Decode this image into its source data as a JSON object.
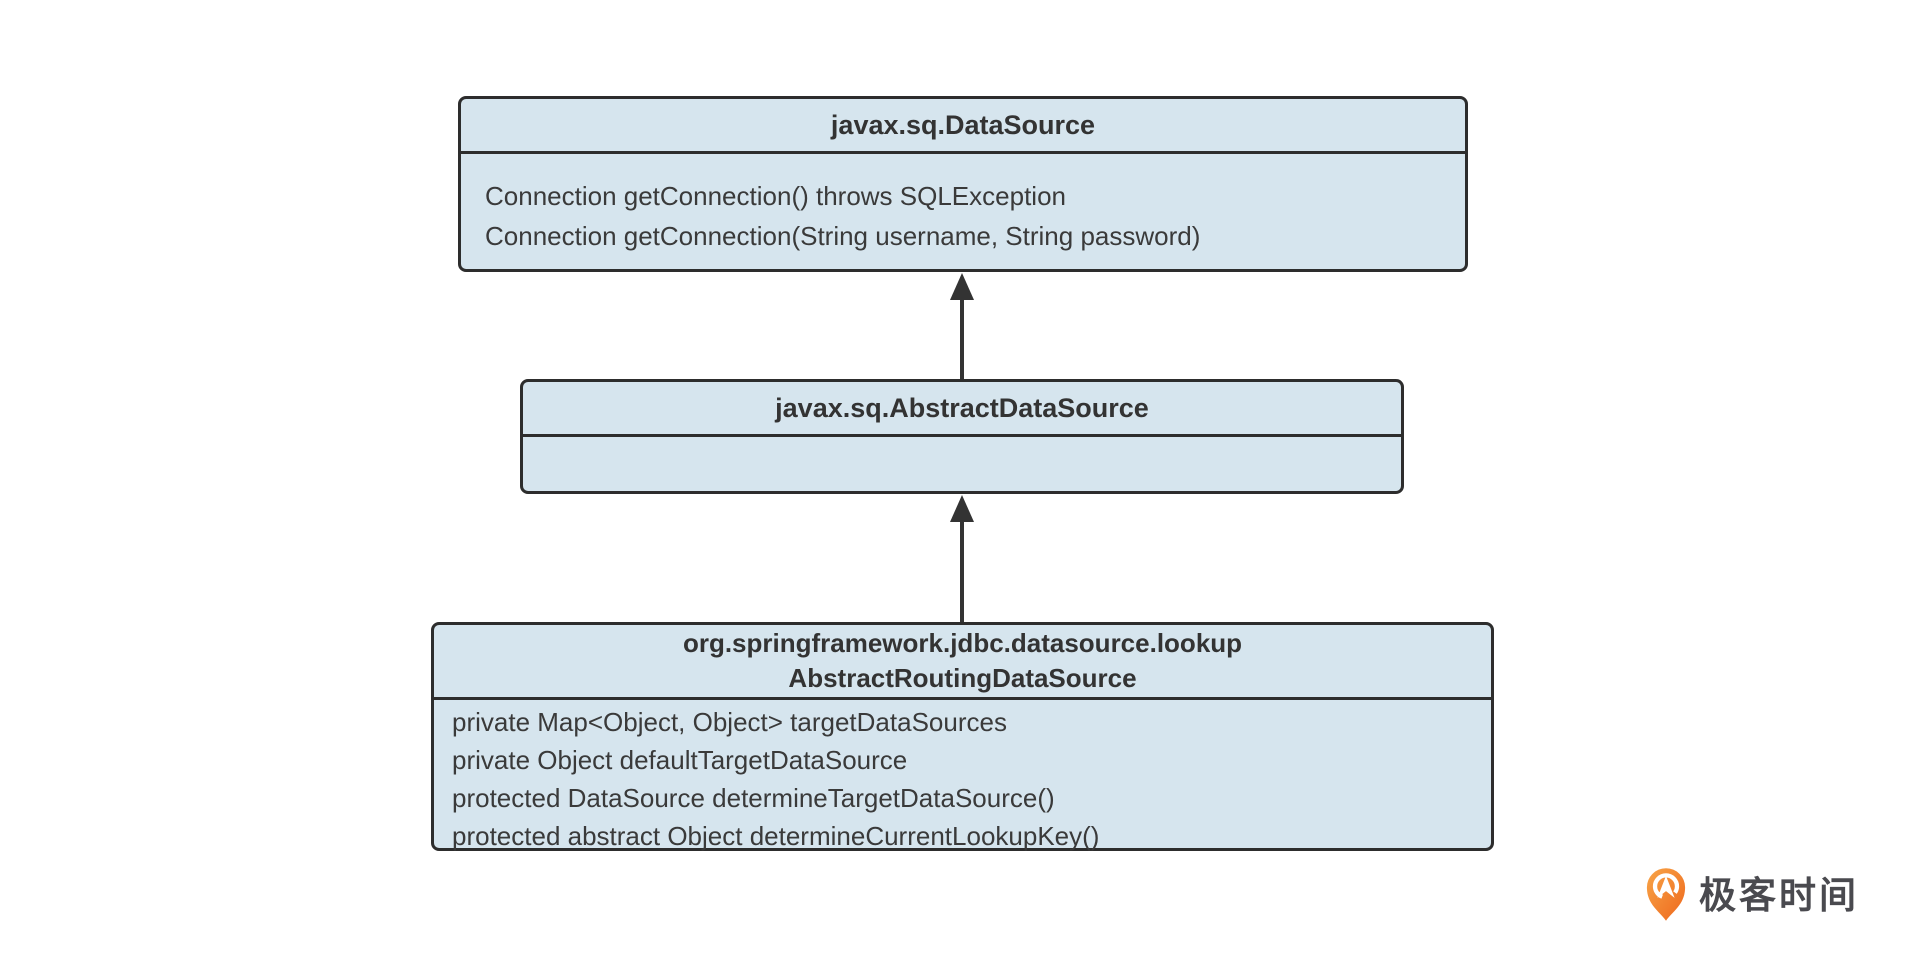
{
  "page": {
    "background": "#ffffff"
  },
  "diagram": {
    "type": "uml-class-inheritance",
    "colors": {
      "box_fill": "#d6e5ee",
      "box_border": "#2d2d2d",
      "arrow": "#333333",
      "text": "#3a3a3a"
    },
    "classes": [
      {
        "id": "datasource",
        "title_lines": [
          "javax.sq.DataSource"
        ],
        "members": [
          "Connection getConnection() throws SQLException",
          "Connection getConnection(String username, String password)"
        ]
      },
      {
        "id": "abstract-datasource",
        "title_lines": [
          "javax.sq.AbstractDataSource"
        ],
        "members": []
      },
      {
        "id": "abstract-routing-datasource",
        "title_lines": [
          "org.springframework.jdbc.datasource.lookup",
          "AbstractRoutingDataSource"
        ],
        "members": [
          "private Map<Object, Object> targetDataSources",
          "private Object defaultTargetDataSource",
          "protected DataSource determineTargetDataSource()",
          "protected abstract Object determineCurrentLookupKey()"
        ]
      }
    ],
    "relations": [
      {
        "from": "abstract-datasource",
        "to": "datasource",
        "type": "extends"
      },
      {
        "from": "abstract-routing-datasource",
        "to": "abstract-datasource",
        "type": "extends"
      }
    ]
  },
  "brand": {
    "logo_text": "极客时间",
    "logo_orange": "#f1701f",
    "logo_text_color": "#4a4a4f"
  }
}
